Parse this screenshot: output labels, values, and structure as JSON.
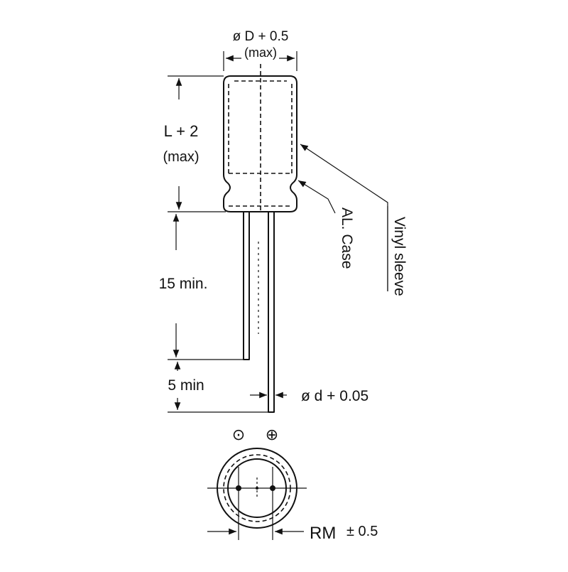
{
  "labels": {
    "diameter_top": "ø D + 0.5",
    "diameter_top_max": "(max)",
    "length": "L + 2",
    "length_max": "(max)",
    "lead_length": "15 min.",
    "lead_offset": "5 min",
    "lead_diameter": "ø d + 0.05",
    "al_case": "AL. Case",
    "vinyl_sleeve": "Vinyl sleeve",
    "pitch_rm": "RM",
    "pitch_tol": "± 0.5"
  },
  "symbols": {
    "negative": "⊙",
    "positive": "⊕"
  },
  "colors": {
    "line": "#111111",
    "background": "#ffffff"
  }
}
